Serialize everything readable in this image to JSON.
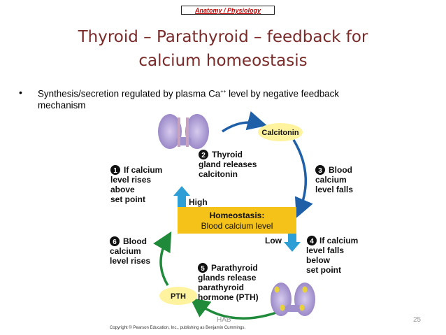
{
  "header": {
    "tag": "Anatomy / Physiology",
    "title_line1": "Thyroid – Parathyroid – feedback for",
    "title_line2": "calcium homeostasis"
  },
  "bullet": {
    "text_before": "Synthesis/secretion regulated by plasma Ca",
    "superscript": "++",
    "text_after": " level by negative feedback",
    "text_line2": "mechanism"
  },
  "diagram": {
    "calcitonin": "Calcitonin",
    "pth": "PTH",
    "homeostasis_line1": "Homeostasis:",
    "homeostasis_line2": "Blood calcium level",
    "high": "High",
    "low": "Low",
    "steps": {
      "s1": {
        "num": "1",
        "lines": [
          "If calcium",
          "level rises",
          "above",
          "set point"
        ]
      },
      "s2": {
        "num": "2",
        "lines": [
          "Thyroid",
          "gland releases",
          "calcitonin"
        ]
      },
      "s3": {
        "num": "3",
        "lines": [
          "Blood",
          "calcium",
          "level falls"
        ]
      },
      "s4": {
        "num": "4",
        "lines": [
          "If calcium",
          "level falls",
          "below",
          "set point"
        ]
      },
      "s5": {
        "num": "5",
        "lines": [
          "Parathyroid",
          "glands release",
          "parathyroid",
          "hormone (PTH)"
        ]
      },
      "s6": {
        "num": "6",
        "lines": [
          "Blood",
          "calcium",
          "level rises"
        ]
      }
    },
    "copyright": "Copyright © Pearson Education, Inc., publishing as Benjamin Cummings."
  },
  "footer": {
    "center": "HAB",
    "page": "25"
  },
  "colors": {
    "title": "#7b2a2a",
    "blue_arrow": "#1f5fa8",
    "green_arrow": "#1f8a3a",
    "homeostasis_box": "#f5c21a",
    "hormone_oval": "#fff3a0",
    "gland": "#b7a6d8"
  }
}
